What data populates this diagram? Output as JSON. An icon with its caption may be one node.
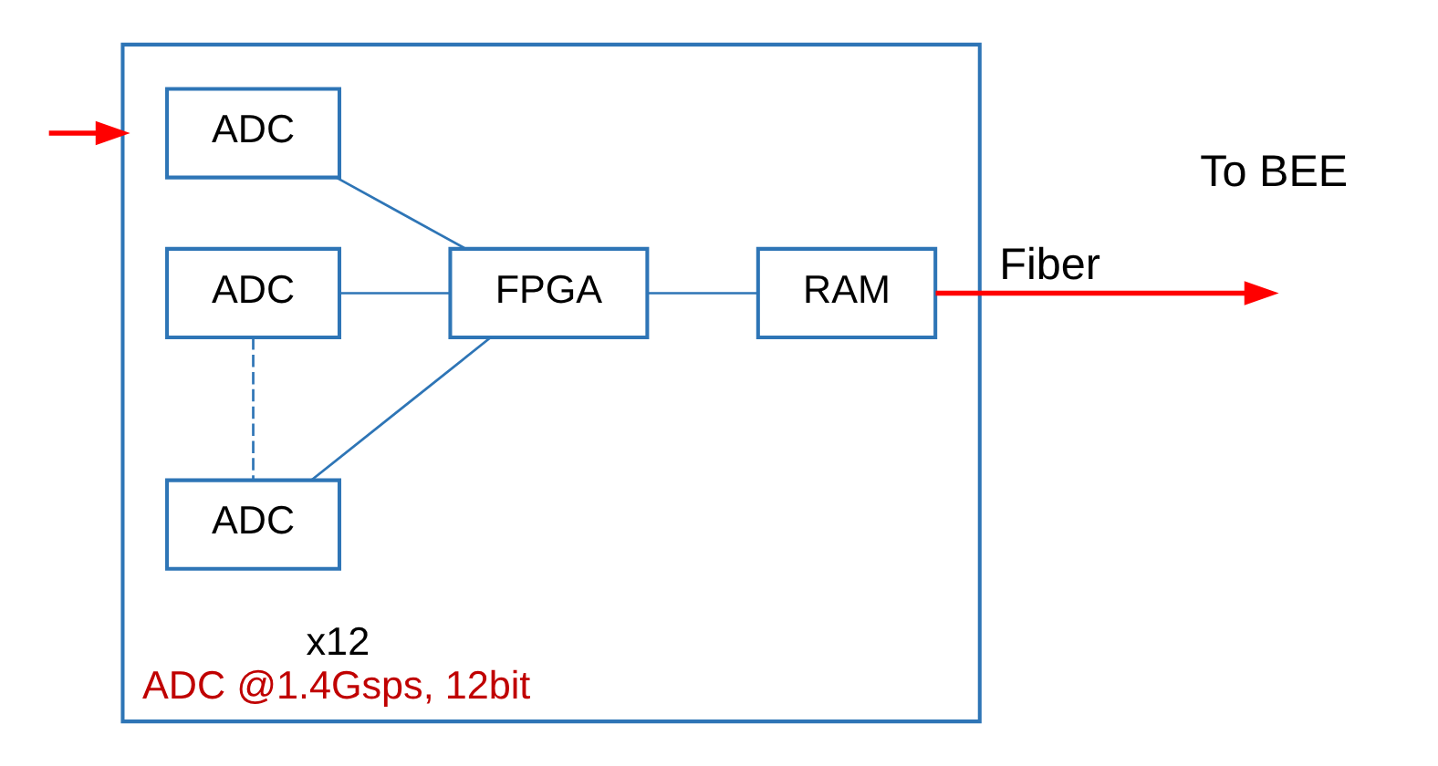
{
  "diagram": {
    "nodes": [
      {
        "text": [
          "x12",
          "ADC @1.4Gsps, 12bit"
        ]
      },
      {
        "text": [
          "ADC"
        ],
        "in": 0
      },
      {
        "text": [
          "ADC"
        ],
        "in": 0
      },
      {
        "text": [
          "ADC"
        ],
        "in": 0
      },
      {
        "text": [
          "FPGA"
        ],
        "in": 0
      },
      {
        "text": [
          "RAM"
        ],
        "in": 0
      }
    ],
    "edges": [
      {
        "from": null,
        "to": 0,
        "arrow": "to",
        "color": "#ff0000"
      },
      {
        "from": 1,
        "to": 4,
        "arrow": "none"
      },
      {
        "from": 2,
        "to": 4,
        "arrow": "none"
      },
      {
        "from": 3,
        "to": 4,
        "arrow": "none"
      },
      {
        "from": 2,
        "to": 3,
        "arrow": "none",
        "style": "dashed"
      },
      {
        "from": 4,
        "to": 5,
        "arrow": "none"
      },
      {
        "from": 5,
        "to": null,
        "arrow": "to",
        "color": "#ff0000",
        "label": "Fiber"
      }
    ],
    "labels": [
      "To BEE"
    ]
  }
}
